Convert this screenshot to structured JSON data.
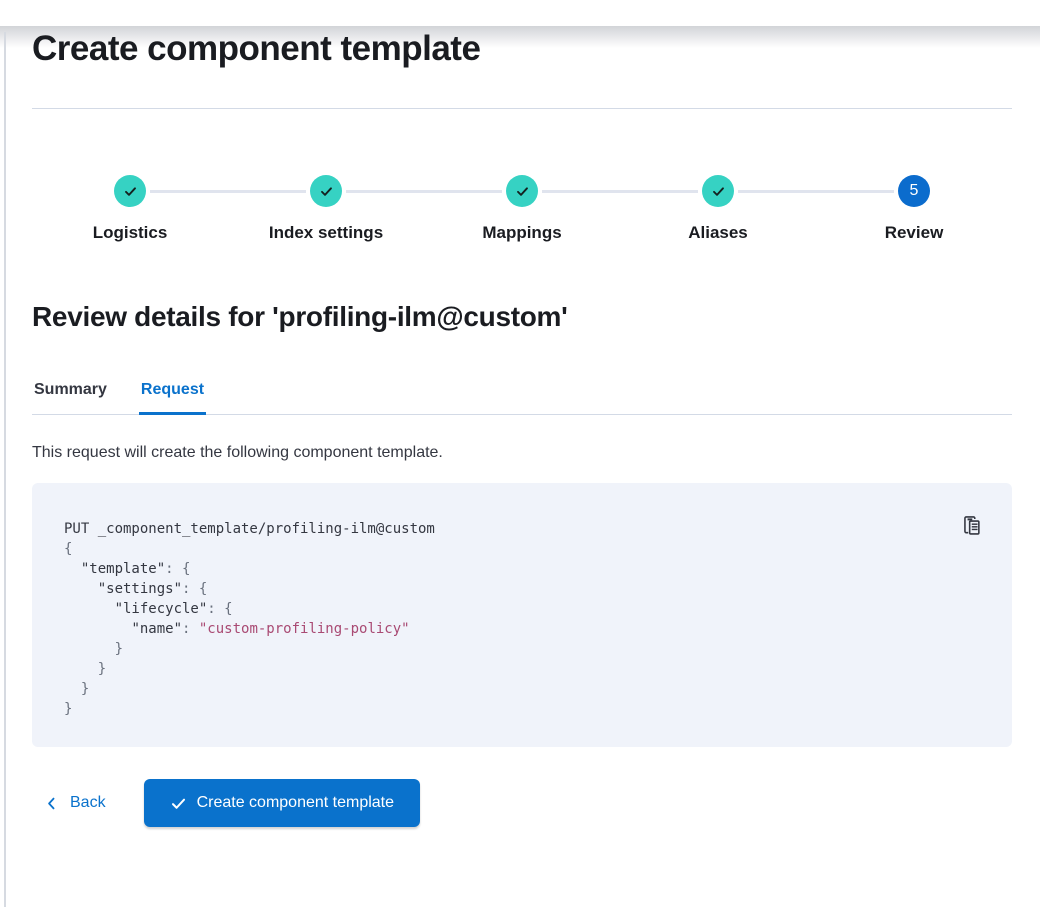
{
  "page": {
    "title": "Create component template"
  },
  "stepper": {
    "steps": [
      {
        "label": "Logistics",
        "status": "complete",
        "icon": "check"
      },
      {
        "label": "Index settings",
        "status": "complete",
        "icon": "check"
      },
      {
        "label": "Mappings",
        "status": "complete",
        "icon": "check"
      },
      {
        "label": "Aliases",
        "status": "complete",
        "icon": "check"
      },
      {
        "label": "Review",
        "status": "current",
        "number": "5"
      }
    ]
  },
  "review": {
    "heading": "Review details for 'profiling-ilm@custom'",
    "tabs": [
      {
        "label": "Summary",
        "selected": false
      },
      {
        "label": "Request",
        "selected": true
      }
    ],
    "description": "This request will create the following component template."
  },
  "code": {
    "lines": [
      [
        {
          "text": "PUT _component_template/profiling-ilm@custom",
          "style": "plain"
        }
      ],
      [
        {
          "text": "{",
          "style": "punct"
        }
      ],
      [
        {
          "text": "  ",
          "style": "punct"
        },
        {
          "text": "\"template\"",
          "style": "key"
        },
        {
          "text": ": {",
          "style": "punct"
        }
      ],
      [
        {
          "text": "    ",
          "style": "punct"
        },
        {
          "text": "\"settings\"",
          "style": "key"
        },
        {
          "text": ": {",
          "style": "punct"
        }
      ],
      [
        {
          "text": "      ",
          "style": "punct"
        },
        {
          "text": "\"lifecycle\"",
          "style": "key"
        },
        {
          "text": ": {",
          "style": "punct"
        }
      ],
      [
        {
          "text": "        ",
          "style": "punct"
        },
        {
          "text": "\"name\"",
          "style": "key"
        },
        {
          "text": ": ",
          "style": "punct"
        },
        {
          "text": "\"custom-profiling-policy\"",
          "style": "string"
        }
      ],
      [
        {
          "text": "      }",
          "style": "punct"
        }
      ],
      [
        {
          "text": "    }",
          "style": "punct"
        }
      ],
      [
        {
          "text": "  }",
          "style": "punct"
        }
      ],
      [
        {
          "text": "}",
          "style": "punct"
        }
      ]
    ],
    "copy_icon": "copy-clipboard-icon"
  },
  "footer": {
    "back_label": "Back",
    "create_label": "Create component template"
  },
  "colors": {
    "primary_blue": "#0a72cc",
    "step_complete_teal": "#36d2c3",
    "step_current_blue": "#0b6ccd",
    "code_background": "#f0f3fa",
    "code_string_pink": "#a94a73",
    "code_punctuation_gray": "#69707d",
    "divider": "#d3dae6",
    "heading_text": "#1a1c21",
    "body_text": "#343741"
  }
}
